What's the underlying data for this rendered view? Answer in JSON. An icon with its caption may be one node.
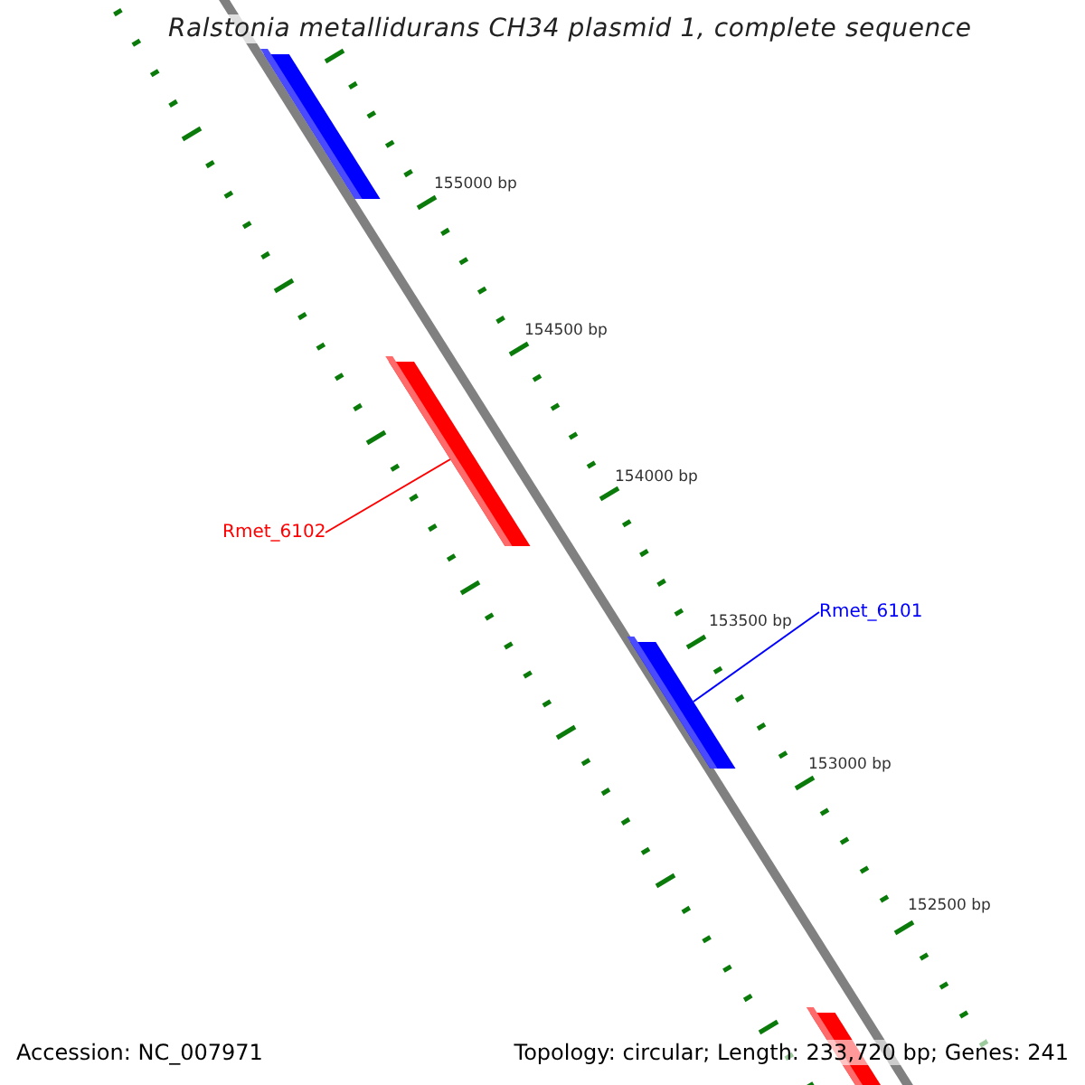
{
  "diagram": {
    "title": "Ralstonia metallidurans CH34 plasmid 1, complete sequence",
    "nodes": [
      {
        "text": [],
        "shape": "bar"
      },
      {
        "text": [
          "Rmet_6102"
        ]
      },
      {
        "text": [],
        "shape": "bar"
      },
      {
        "text": [
          "Rmet_6101"
        ]
      },
      {
        "text": [],
        "shape": "bar"
      },
      {
        "text": [],
        "shape": "bar"
      }
    ],
    "edges": [
      {
        "from": 1,
        "to": 2,
        "arrow": "none",
        "color": "#ff0000"
      },
      {
        "from": 3,
        "to": 4,
        "arrow": "none",
        "color": "#0000ff"
      }
    ],
    "labels": [
      "155000 bp",
      "154500 bp",
      "154000 bp",
      "153500 bp",
      "153000 bp",
      "152500 bp",
      "Accession: NC_007971",
      "Topology: circular; Length: 233,720 bp; Genes: 241"
    ]
  }
}
